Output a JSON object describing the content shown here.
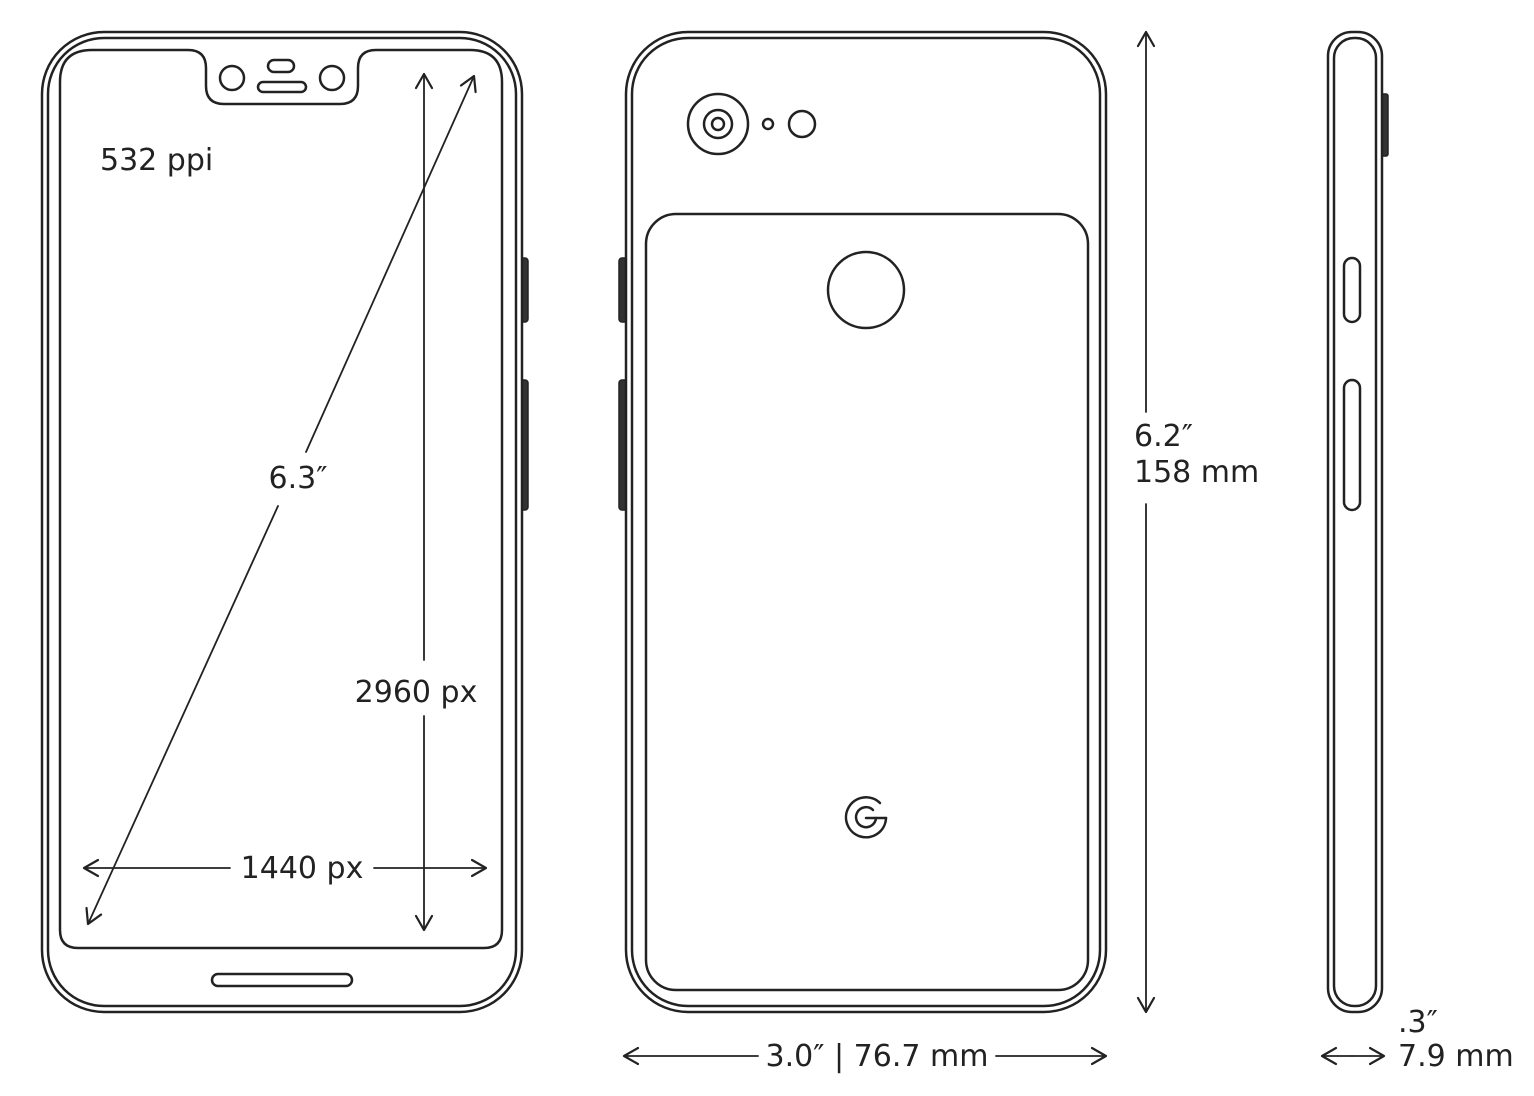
{
  "front_view": {
    "pixel_density": "532 ppi",
    "diagonal": "6.3″",
    "height_px": "2960 px",
    "width_px": "1440 px"
  },
  "back_view": {
    "height_in": "6.2″",
    "height_mm": "158 mm",
    "width": "3.0″ | 76.7 mm",
    "logo_icon": "google-g-logo-icon"
  },
  "side_view": {
    "depth_in": ".3″",
    "depth_mm": "7.9 mm"
  },
  "colors": {
    "ink": "#222222",
    "background": "#ffffff"
  }
}
